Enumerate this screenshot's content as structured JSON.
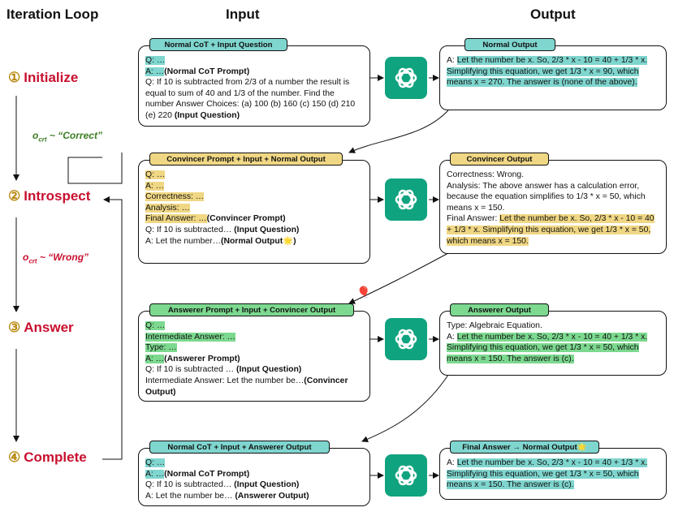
{
  "headers": {
    "loop": "Iteration Loop",
    "input": "Input",
    "output": "Output"
  },
  "steps": [
    {
      "num": "①",
      "label": "Initialize"
    },
    {
      "num": "②",
      "label": "Introspect"
    },
    {
      "num": "③",
      "label": "Answer"
    },
    {
      "num": "④",
      "label": "Complete"
    }
  ],
  "ocrt": {
    "symbol": "o",
    "sub": "crt",
    "correct": "~ “Correct”",
    "wrong": "~ “Wrong”",
    "correct_color": "#3b7d23",
    "wrong_color": "#c8102e"
  },
  "colors": {
    "teal": "#7fd6cf",
    "yellow": "#f0d784",
    "green": "#7cd98f",
    "gpt": "#10a37f",
    "step_red": "#c8102e"
  },
  "rows": [
    {
      "input_tag": "Normal CoT + Input Question",
      "input": {
        "l1": "Q: …",
        "l2a": "A: …",
        "l2b": "(Normal CoT Prompt)",
        "l3": "Q: If 10 is subtracted from 2/3 of a number the result is equal to sum of 40 and 1/3 of the number. Find the number Answer Choices: (a) 100 (b) 160 (c) 150 (d) 210 (e) 220 ",
        "l3b": "(Input Question)"
      },
      "output_tag": "Normal Output",
      "output": {
        "prefix": "A: ",
        "hl": "Let the number be x. So, 2/3 * x - 10 = 40 + 1/3 * x. Simplifying this equation, we get 1/3 * x = 90, which means x = 270. The answer is (none of the above)."
      }
    },
    {
      "input_tag": "Convincer Prompt + Input + Normal Output",
      "input": {
        "l1": "Q: …",
        "l2": "A: …",
        "l3": "Correctness: …",
        "l4": "Analysis: …",
        "l5a": "Final Answer: …",
        "l5b": "(Convincer Prompt)",
        "l6a": "Q: If 10 is subtracted… ",
        "l6b": "(Input Question)",
        "l7a": "A: Let the number…",
        "l7b": "(Normal Output",
        "l7c": "🌟",
        "l7d": ")"
      },
      "output_tag": "Convincer Output",
      "output": {
        "l1": "Correctness: Wrong.",
        "l2": "Analysis: The above answer has a calculation error, because the equation simplifies to 1/3 * x = 50, which means x = 150.",
        "l3a": "Final Answer: ",
        "l3hl": "Let the number be x. So, 2/3 * x - 10 = 40 + 1/3 * x. Simplifying this equation, we get 1/3 * x = 50, which means x = 150."
      }
    },
    {
      "input_tag": "Answerer Prompt + Input + Convincer Output",
      "balloon": "🎈",
      "input": {
        "l1": "Q: …",
        "l2": "Intermediate Answer: …",
        "l3": "Type: …",
        "l4a": "A: …",
        "l4b": "(Answerer Prompt)",
        "l5a": "Q: If 10 is subtracted … ",
        "l5b": "(Input Question)",
        "l6a": "Intermediate Answer: Let the number be…",
        "l6b": "(Convincer Output)"
      },
      "output_tag": "Answerer Output",
      "output": {
        "l1": "Type: Algebraic Equation.",
        "prefix": "A: ",
        "hl": "Let the number be x. So, 2/3 * x - 10 = 40 + 1/3 * x. Simplifying this equation, we get 1/3 * x = 50, which means x = 150. The answer is (c)."
      }
    },
    {
      "input_tag": "Normal CoT + Input + Answerer Output",
      "input": {
        "l1": "Q: …",
        "l2a": "A: …",
        "l2b": "(Normal CoT Prompt)",
        "l3a": "Q: If 10 is subtracted… ",
        "l3b": "(Input Question)",
        "l4a": "A: Let the number be… ",
        "l4b": "(Answerer Output)"
      },
      "output_tag": "Final Answer → Normal Output",
      "output_tag_icon": "🌟",
      "output": {
        "prefix": "A: ",
        "hl": "Let the number be x. So, 2/3 * x - 10 = 40 + 1/3 * x. Simplifying this equation, we get 1/3 * x = 50, which means x = 150. The answer is (c)."
      }
    }
  ]
}
